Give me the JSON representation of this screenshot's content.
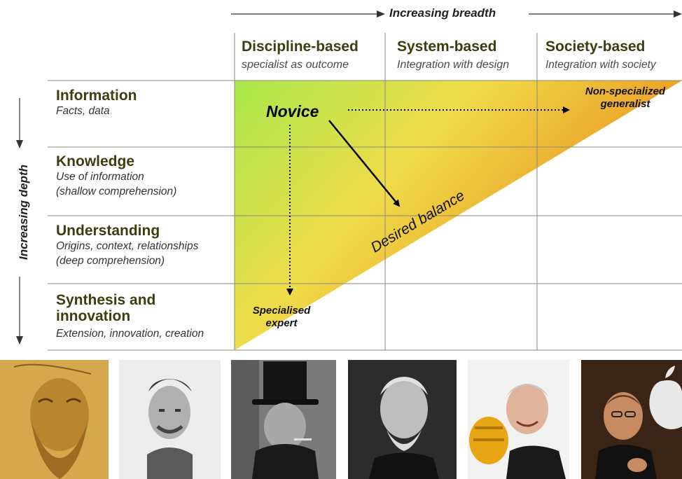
{
  "axes": {
    "x_label": "Increasing breadth",
    "y_label": "Increasing depth"
  },
  "columns": [
    {
      "title": "Discipline-based",
      "subtitle": "specialist as outcome"
    },
    {
      "title": "System-based",
      "subtitle": "Integration with design"
    },
    {
      "title": "Society-based",
      "subtitle": "Integration with society"
    }
  ],
  "rows": [
    {
      "title": "Information",
      "lines": [
        "Facts, data"
      ]
    },
    {
      "title": "Knowledge",
      "lines": [
        "Use of information",
        "(shallow comprehension)"
      ]
    },
    {
      "title": "Understanding",
      "lines": [
        "Origins, context, relationships",
        "(deep comprehension)"
      ]
    },
    {
      "title": "Synthesis and innovation",
      "lines": [
        "Extension, innovation, creation"
      ]
    }
  ],
  "annotations": {
    "novice": "Novice",
    "generalist": "Non-specialized generalist",
    "expert": "Specialised expert",
    "balance": "Desired balance"
  },
  "gradient_colors": {
    "top_left": "#a8e84a",
    "middle": "#f0dc4a",
    "bottom_right": "#e88a1a"
  },
  "portraits": [
    {
      "kind": "sketch-portrait-icon"
    },
    {
      "kind": "bw-portrait-icon"
    },
    {
      "kind": "top-hat-portrait-icon"
    },
    {
      "kind": "bw-portrait-icon"
    },
    {
      "kind": "color-portrait-icon"
    },
    {
      "kind": "apple-logo-portrait-icon"
    }
  ]
}
